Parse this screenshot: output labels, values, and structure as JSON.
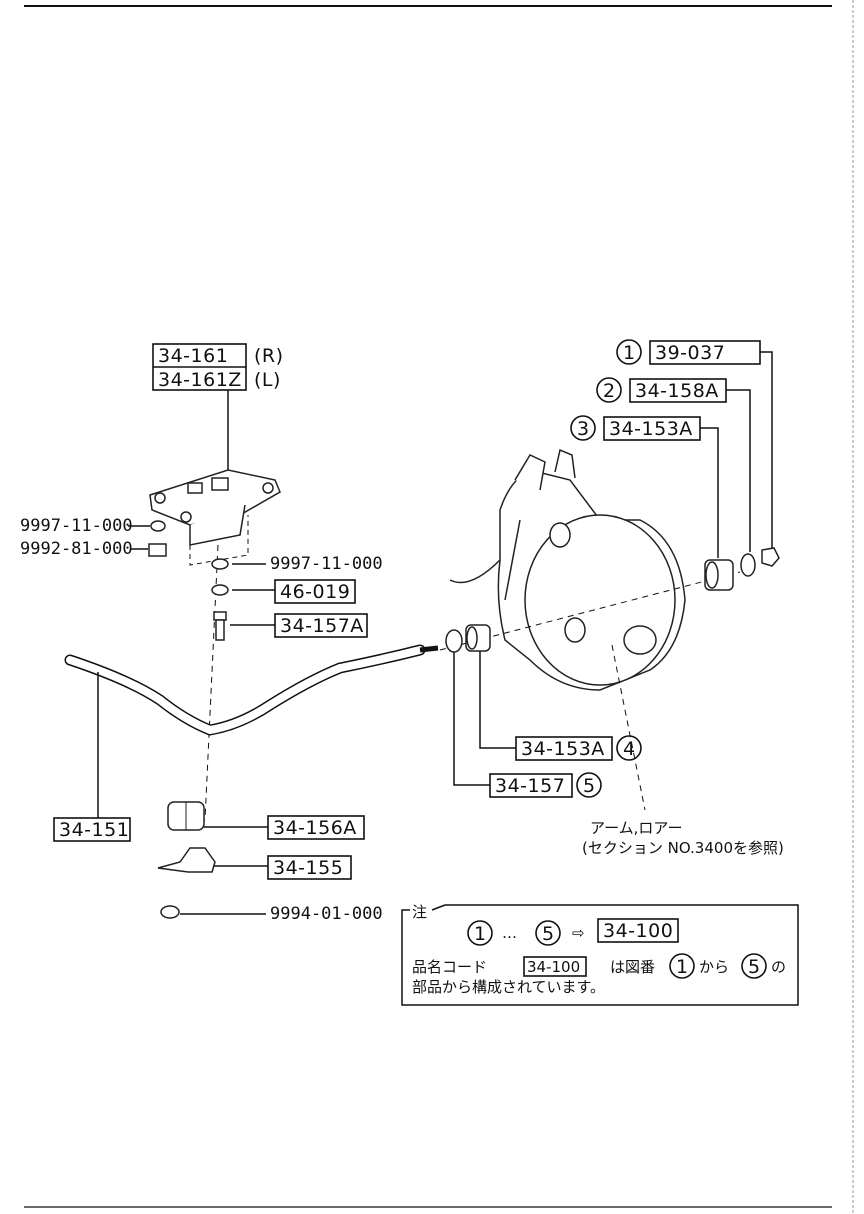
{
  "callouts": {
    "bracket_r": {
      "code": "34-161",
      "side": "(R)"
    },
    "bracket_l": {
      "code": "34-161Z",
      "side": "(L)"
    },
    "washer_a": "9997-11-000",
    "nut_a": "9992-81-000",
    "washer_b": "9997-11-000",
    "washer_c": "46-019",
    "bolt": "34-157A",
    "stabilizer_bar": "34-151",
    "bushing_lower": "34-156A",
    "clamp": "34-155",
    "nut_lower": "9994-01-000",
    "item1": {
      "num": "1",
      "code": "39-037"
    },
    "item2": {
      "num": "2",
      "code": "34-158A"
    },
    "item3": {
      "num": "3",
      "code": "34-153A"
    },
    "item4": {
      "num": "4",
      "code": "34-153A"
    },
    "item5": {
      "num": "5",
      "code": "34-157"
    },
    "ref_line1": "アーム,ロアー",
    "ref_line2": "(セクション NO.3400を参照)"
  },
  "note": {
    "title": "注",
    "range_from": "1",
    "range_dots": "…",
    "range_to": "5",
    "arrow": "⇨",
    "assembly_code": "34-100",
    "text1": "品名コード",
    "text2": "は図番",
    "text3": "から",
    "text4": "の",
    "text5": "部品から構成されています。"
  }
}
